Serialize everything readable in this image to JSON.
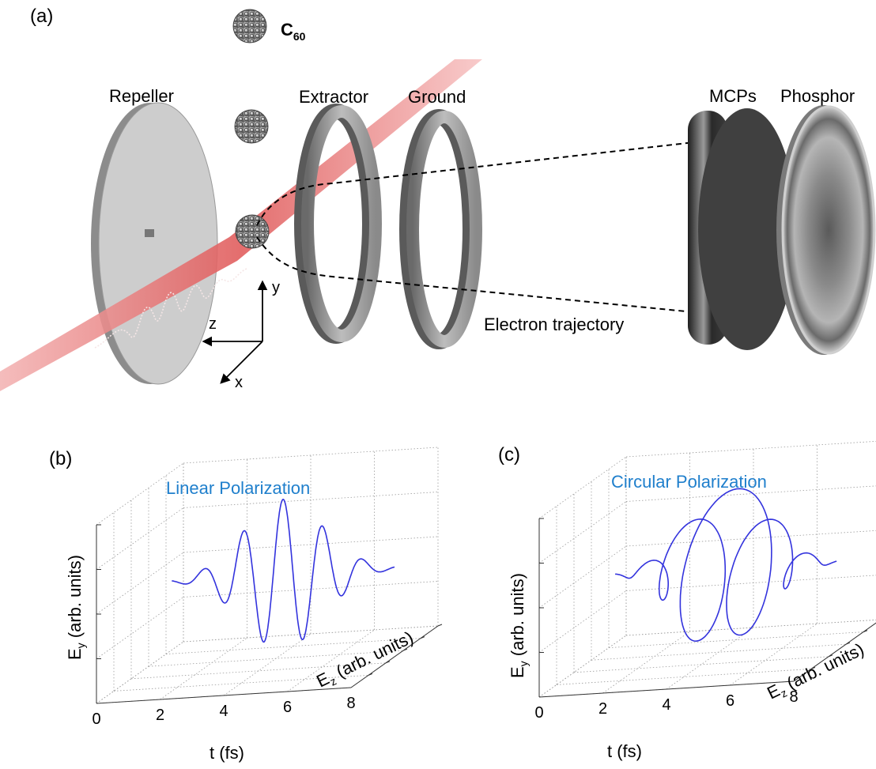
{
  "panel_a": {
    "label": "(a)",
    "molecule": {
      "symbol": "C",
      "subscript": "60"
    },
    "components": {
      "repeller": "Repeller",
      "extractor": "Extractor",
      "ground": "Ground",
      "mcps": "MCPs",
      "phosphor": "Phosphor"
    },
    "trajectory_label": "Electron trajectory",
    "axes": {
      "y": "y",
      "z": "z",
      "x": "x"
    }
  },
  "panel_b": {
    "label": "(b)",
    "title": "Linear Polarization",
    "ylabel_main": "E",
    "ylabel_sub": "y",
    "ylabel_rest": " (arb. units)",
    "zlabel_main": "E",
    "zlabel_sub": "z",
    "zlabel_rest": " (arb. units)",
    "xlabel": "t (fs)",
    "xticks": [
      "0",
      "2",
      "4",
      "6",
      "8"
    ]
  },
  "panel_c": {
    "label": "(c)",
    "title": "Circular Polarization",
    "ylabel_main": "E",
    "ylabel_sub": "y",
    "ylabel_rest": " (arb. units)",
    "zlabel_main": "E",
    "zlabel_sub": "z",
    "zlabel_rest": " (arb. units)",
    "xlabel": "t (fs)",
    "xticks": [
      "0",
      "2",
      "4",
      "6",
      "8"
    ]
  },
  "colors": {
    "trace": "#3333dd",
    "title": "#1f7fcc",
    "beam": "#e05a5a",
    "mcp": "#3a3a3a",
    "plate": "#c8c8c8"
  }
}
